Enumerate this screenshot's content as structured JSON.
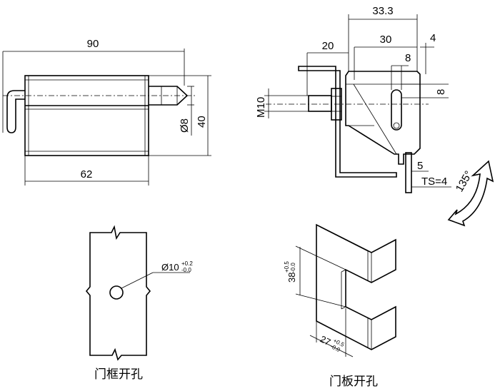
{
  "front_view": {
    "length_overall": "90",
    "body_length": "62",
    "pin_diameter": "Ø8",
    "height": "40"
  },
  "side_view": {
    "dim_top": "33.3",
    "dim_30": "30",
    "dim_20": "20",
    "dim_4": "4",
    "dim_8_horizontal": "8",
    "dim_8_vertical": "8",
    "dim_5": "5",
    "thread": "M10",
    "ts": "TS=4",
    "angle": "135°"
  },
  "frame_cutout": {
    "hole_diameter": "Ø10",
    "tol_upper": "+0.2",
    "tol_lower": "-0.0",
    "caption": "门框开孔"
  },
  "door_cutout": {
    "height_value": "38",
    "height_tol_upper": "+0.5",
    "height_tol_lower": "-0.0",
    "width_value": "27",
    "width_tol_upper": "+0.5",
    "width_tol_lower": "-0.0",
    "caption": "门板开孔"
  }
}
